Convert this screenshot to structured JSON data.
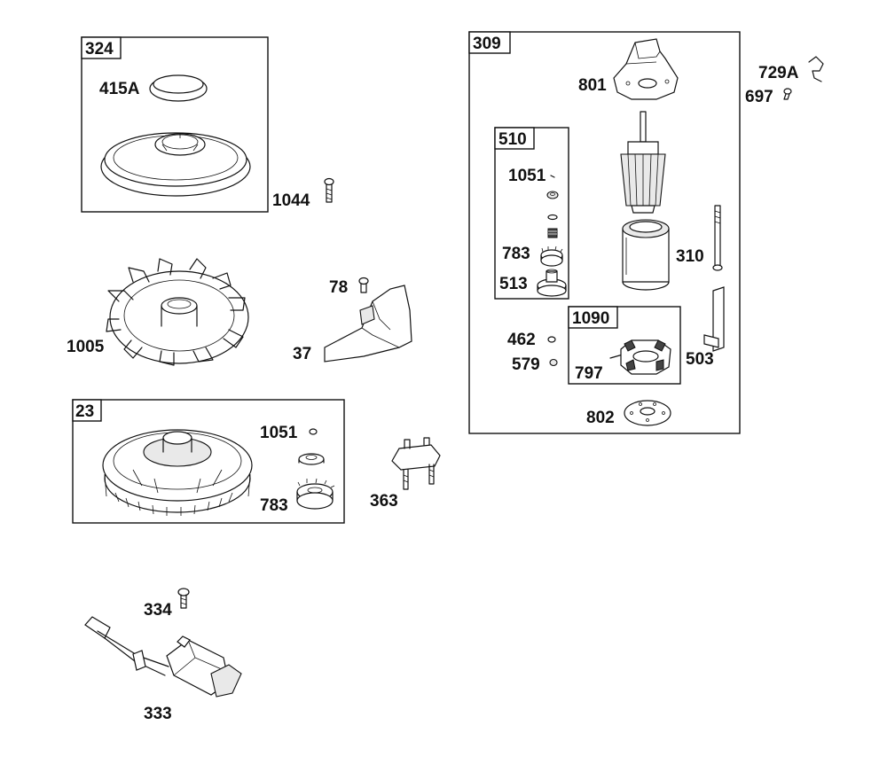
{
  "colors": {
    "ink": "#111111",
    "paper": "#ffffff"
  },
  "boxes": {
    "b324": "324",
    "b309": "309",
    "b510": "510",
    "b1090": "1090",
    "b23": "23"
  },
  "labels": {
    "l415A": "415A",
    "l1044": "1044",
    "l1005": "1005",
    "l78": "78",
    "l37": "37",
    "l1051a": "1051",
    "l783a": "783",
    "l363": "363",
    "l334": "334",
    "l333": "333",
    "l801": "801",
    "l729A": "729A",
    "l697": "697",
    "l1051b": "1051",
    "l783b": "783",
    "l513": "513",
    "l310": "310",
    "l462": "462",
    "l579": "579",
    "l797": "797",
    "l503": "503",
    "l802": "802"
  }
}
